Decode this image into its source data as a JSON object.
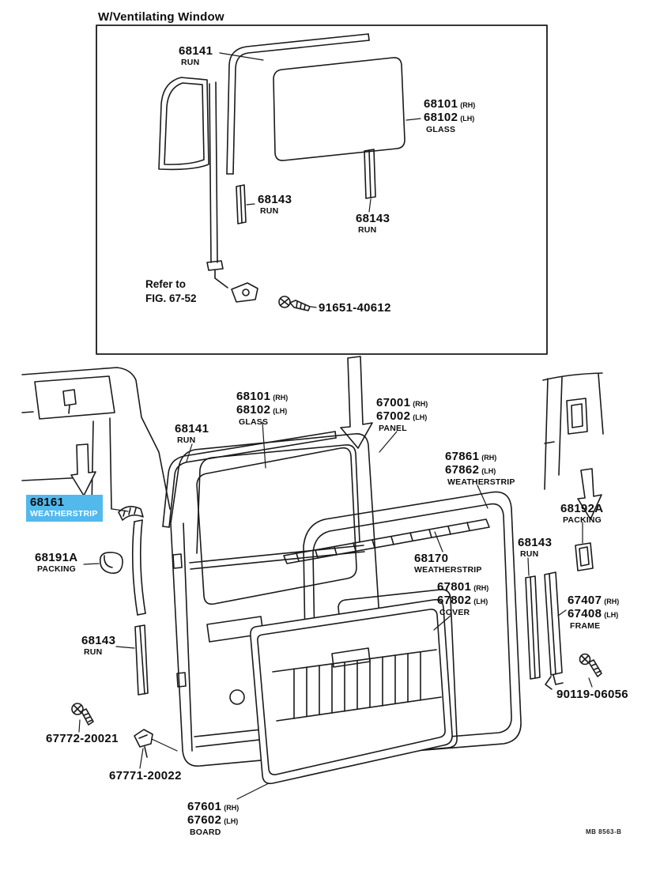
{
  "colors": {
    "highlight_bg": "#53b9ec",
    "line": "#1a1a1a"
  },
  "footer": {
    "code": "MB 8563-B"
  },
  "inset": {
    "title": "W/Ventilating Window",
    "run_top": {
      "part": "68141",
      "desc": "RUN"
    },
    "glass": {
      "p1": "68101",
      "s1": "(RH)",
      "p2": "68102",
      "s2": "(LH)",
      "desc": "GLASS"
    },
    "run_left": {
      "part": "68143",
      "desc": "RUN"
    },
    "run_bottom": {
      "part": "68143",
      "desc": "RUN"
    },
    "refer": {
      "line1": "Refer to",
      "line2": "FIG. 67-52"
    },
    "screw": {
      "part": "91651-40612"
    }
  },
  "main": {
    "glass": {
      "p1": "68101",
      "s1": "(RH)",
      "p2": "68102",
      "s2": "(LH)",
      "desc": "GLASS"
    },
    "run": {
      "part": "68141",
      "desc": "RUN"
    },
    "panel": {
      "p1": "67001",
      "s1": "(RH)",
      "p2": "67002",
      "s2": "(LH)",
      "desc": "PANEL"
    },
    "door_weatherstrip": {
      "p1": "67861",
      "s1": "(RH)",
      "p2": "67862",
      "s2": "(LH)",
      "desc": "WEATHERSTRIP"
    },
    "front_weatherstrip": {
      "part": "68161",
      "desc": "WEATHERSTRIP"
    },
    "front_packing": {
      "part": "68191A",
      "desc": "PACKING"
    },
    "run_left": {
      "part": "68143",
      "desc": "RUN"
    },
    "rear_packing": {
      "part": "68192A",
      "desc": "PACKING"
    },
    "run_right": {
      "part": "68143",
      "desc": "RUN"
    },
    "belt_weatherstrip": {
      "part": "68170",
      "desc": "WEATHERSTRIP"
    },
    "cover": {
      "p1": "67801",
      "s1": "(RH)",
      "p2": "67802",
      "s2": "(LH)",
      "desc": "COVER"
    },
    "frame": {
      "p1": "67407",
      "s1": "(RH)",
      "p2": "67408",
      "s2": "(LH)",
      "desc": "FRAME"
    },
    "frame_screw": {
      "part": "90119-06056"
    },
    "board_screw": {
      "part": "67772-20021"
    },
    "board_clip": {
      "part": "67771-20022"
    },
    "board": {
      "p1": "67601",
      "s1": "(RH)",
      "p2": "67602",
      "s2": "(LH)",
      "desc": "BOARD"
    }
  }
}
